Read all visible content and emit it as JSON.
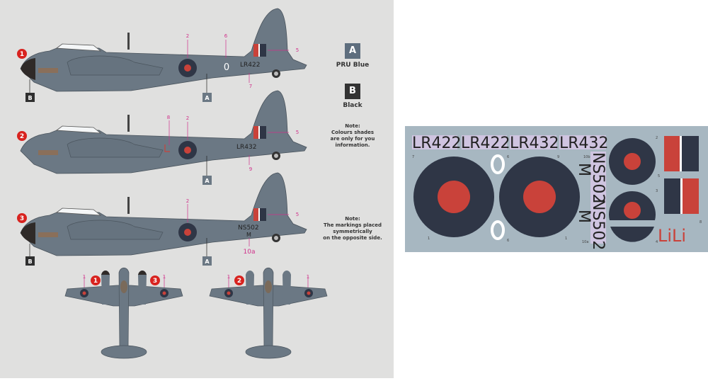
{
  "colors": {
    "pru_blue": "#6b7884",
    "black": "#2f2f2f",
    "roundel_red": "#c9423a",
    "roundel_blue": "#2f3646",
    "callout": "#d0308a",
    "sheet_bg": "#a7b7c1"
  },
  "legend": [
    {
      "code": "A",
      "label": "PRU Blue"
    },
    {
      "code": "B",
      "label": "Black"
    }
  ],
  "notes": {
    "colours": "Note:\nColours shades\nare only for you\ninformation.",
    "symmetry": "Note:\nThe markings placed\nsymmetrically\non the opposite side."
  },
  "profiles": [
    {
      "badge": "1",
      "serial": "LR422",
      "letter": "0",
      "callouts": [
        "2",
        "6",
        "7",
        "5"
      ],
      "nose_box": "B",
      "body_box": "A"
    },
    {
      "badge": "2",
      "serial": "LR432",
      "letter": "",
      "callouts": [
        "8",
        "2",
        "9",
        "5"
      ],
      "nose_box": "",
      "body_box": "A"
    },
    {
      "badge": "3",
      "serial": "NS502",
      "letter": "M",
      "callouts": [
        "2",
        "10a",
        "5"
      ],
      "nose_box": "B",
      "body_box": "A"
    }
  ],
  "top_views": [
    {
      "badges": [
        "1",
        "3"
      ],
      "callouts": [
        "1",
        "1"
      ]
    },
    {
      "badges": [
        "2"
      ],
      "callouts": [
        "1",
        "1"
      ]
    }
  ],
  "decal_sheet": {
    "serials": [
      "LR422",
      "LR422",
      "LR432",
      "LR432"
    ],
    "letters": [
      "0",
      "0"
    ],
    "vertical": [
      "NS502",
      "NS502"
    ],
    "m_letters": [
      "M",
      "M"
    ],
    "lili": "LiLi",
    "numbers": [
      "7",
      "6",
      "9",
      "10b",
      "1",
      "6",
      "1",
      "10a",
      "2",
      "5",
      "3",
      "4",
      "8"
    ]
  }
}
